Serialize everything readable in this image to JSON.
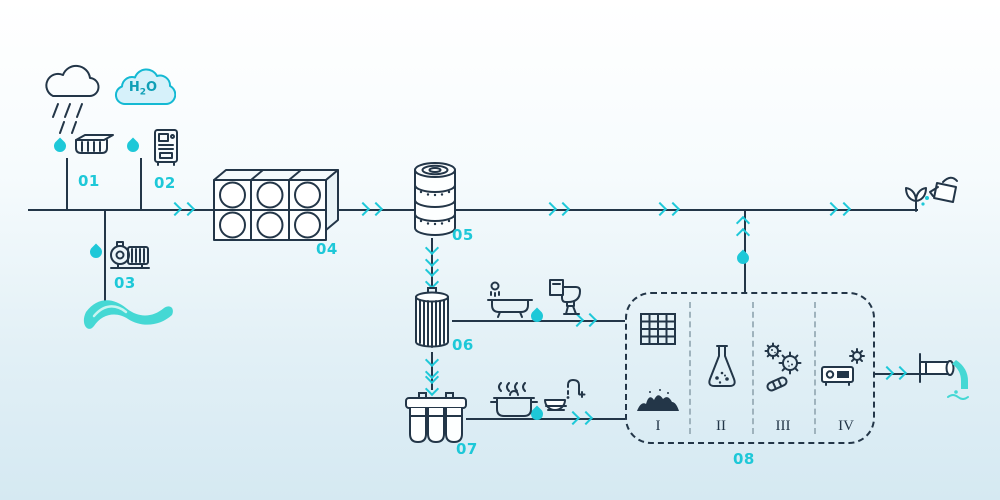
{
  "colors": {
    "ink": "#233648",
    "accent": "#1ec8d8",
    "stream": "#45d8d4",
    "background_top": "#ffffff",
    "background_bottom": "#d5e9f2"
  },
  "labels": {
    "n01": "01",
    "n02": "02",
    "n03": "03",
    "n04": "04",
    "n05": "05",
    "n06": "06",
    "n07": "07",
    "n08": "08"
  },
  "h2o_cloud": {
    "h": "H",
    "subscript": "2",
    "o": "O"
  },
  "treatment_stages": {
    "s1": "I",
    "s2": "II",
    "s3": "III",
    "s4": "IV"
  },
  "icon_names": [
    "rain-cloud-icon",
    "h2o-cloud-icon",
    "rain-gutter-icon",
    "atmospheric-water-generator-icon",
    "water-pump-icon",
    "stream-icon",
    "modular-water-tank-icon",
    "storage-tank-icon",
    "cartridge-filter-icon",
    "multi-stage-filter-icon",
    "bathtub-shower-icon",
    "toilet-icon",
    "cooking-pot-icon",
    "dishwashing-icon",
    "screen-grid-icon",
    "filter-media-pile-icon",
    "chemical-flask-icon",
    "microbes-icon",
    "uv-disinfection-icon",
    "sun-icon",
    "watering-can-icon",
    "plant-sprout-icon",
    "discharge-pipe-icon",
    "water-drop-icon",
    "flow-arrow-icon"
  ]
}
